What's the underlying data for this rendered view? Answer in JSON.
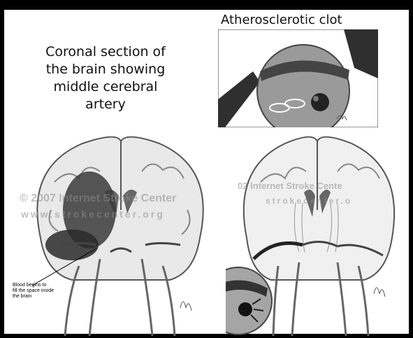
{
  "caption": {
    "line1": "Coronal section of",
    "line2": "the brain showing",
    "line3": "middle cerebral",
    "line4": "artery"
  },
  "clot_title": "Atherosclerotic clot",
  "blood_label": {
    "line1": "Blood begins to",
    "line2": "fill the space inside",
    "line3": "the brain"
  },
  "watermark": {
    "line1_left": "© 2007 Internet Stroke Center",
    "line2_left": "www.strokecenter.org",
    "line1_right": "02 Internet Stroke Cente",
    "line2_right": "strokecenter.o"
  },
  "colors": {
    "background": "#000000",
    "panel": "#ffffff",
    "artery": "#3a3a3a",
    "hemorrhage": "#2a2a2a"
  }
}
